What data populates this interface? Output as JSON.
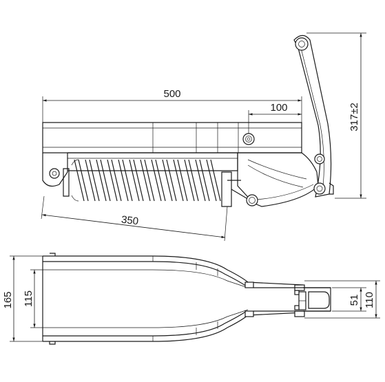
{
  "dimensions": {
    "length_500": "500",
    "offset_100": "100",
    "height_317": "317±2",
    "spring_350": "350",
    "outer_165": "165",
    "inner_115": "115",
    "width_110": "110",
    "inner_51": "51"
  }
}
